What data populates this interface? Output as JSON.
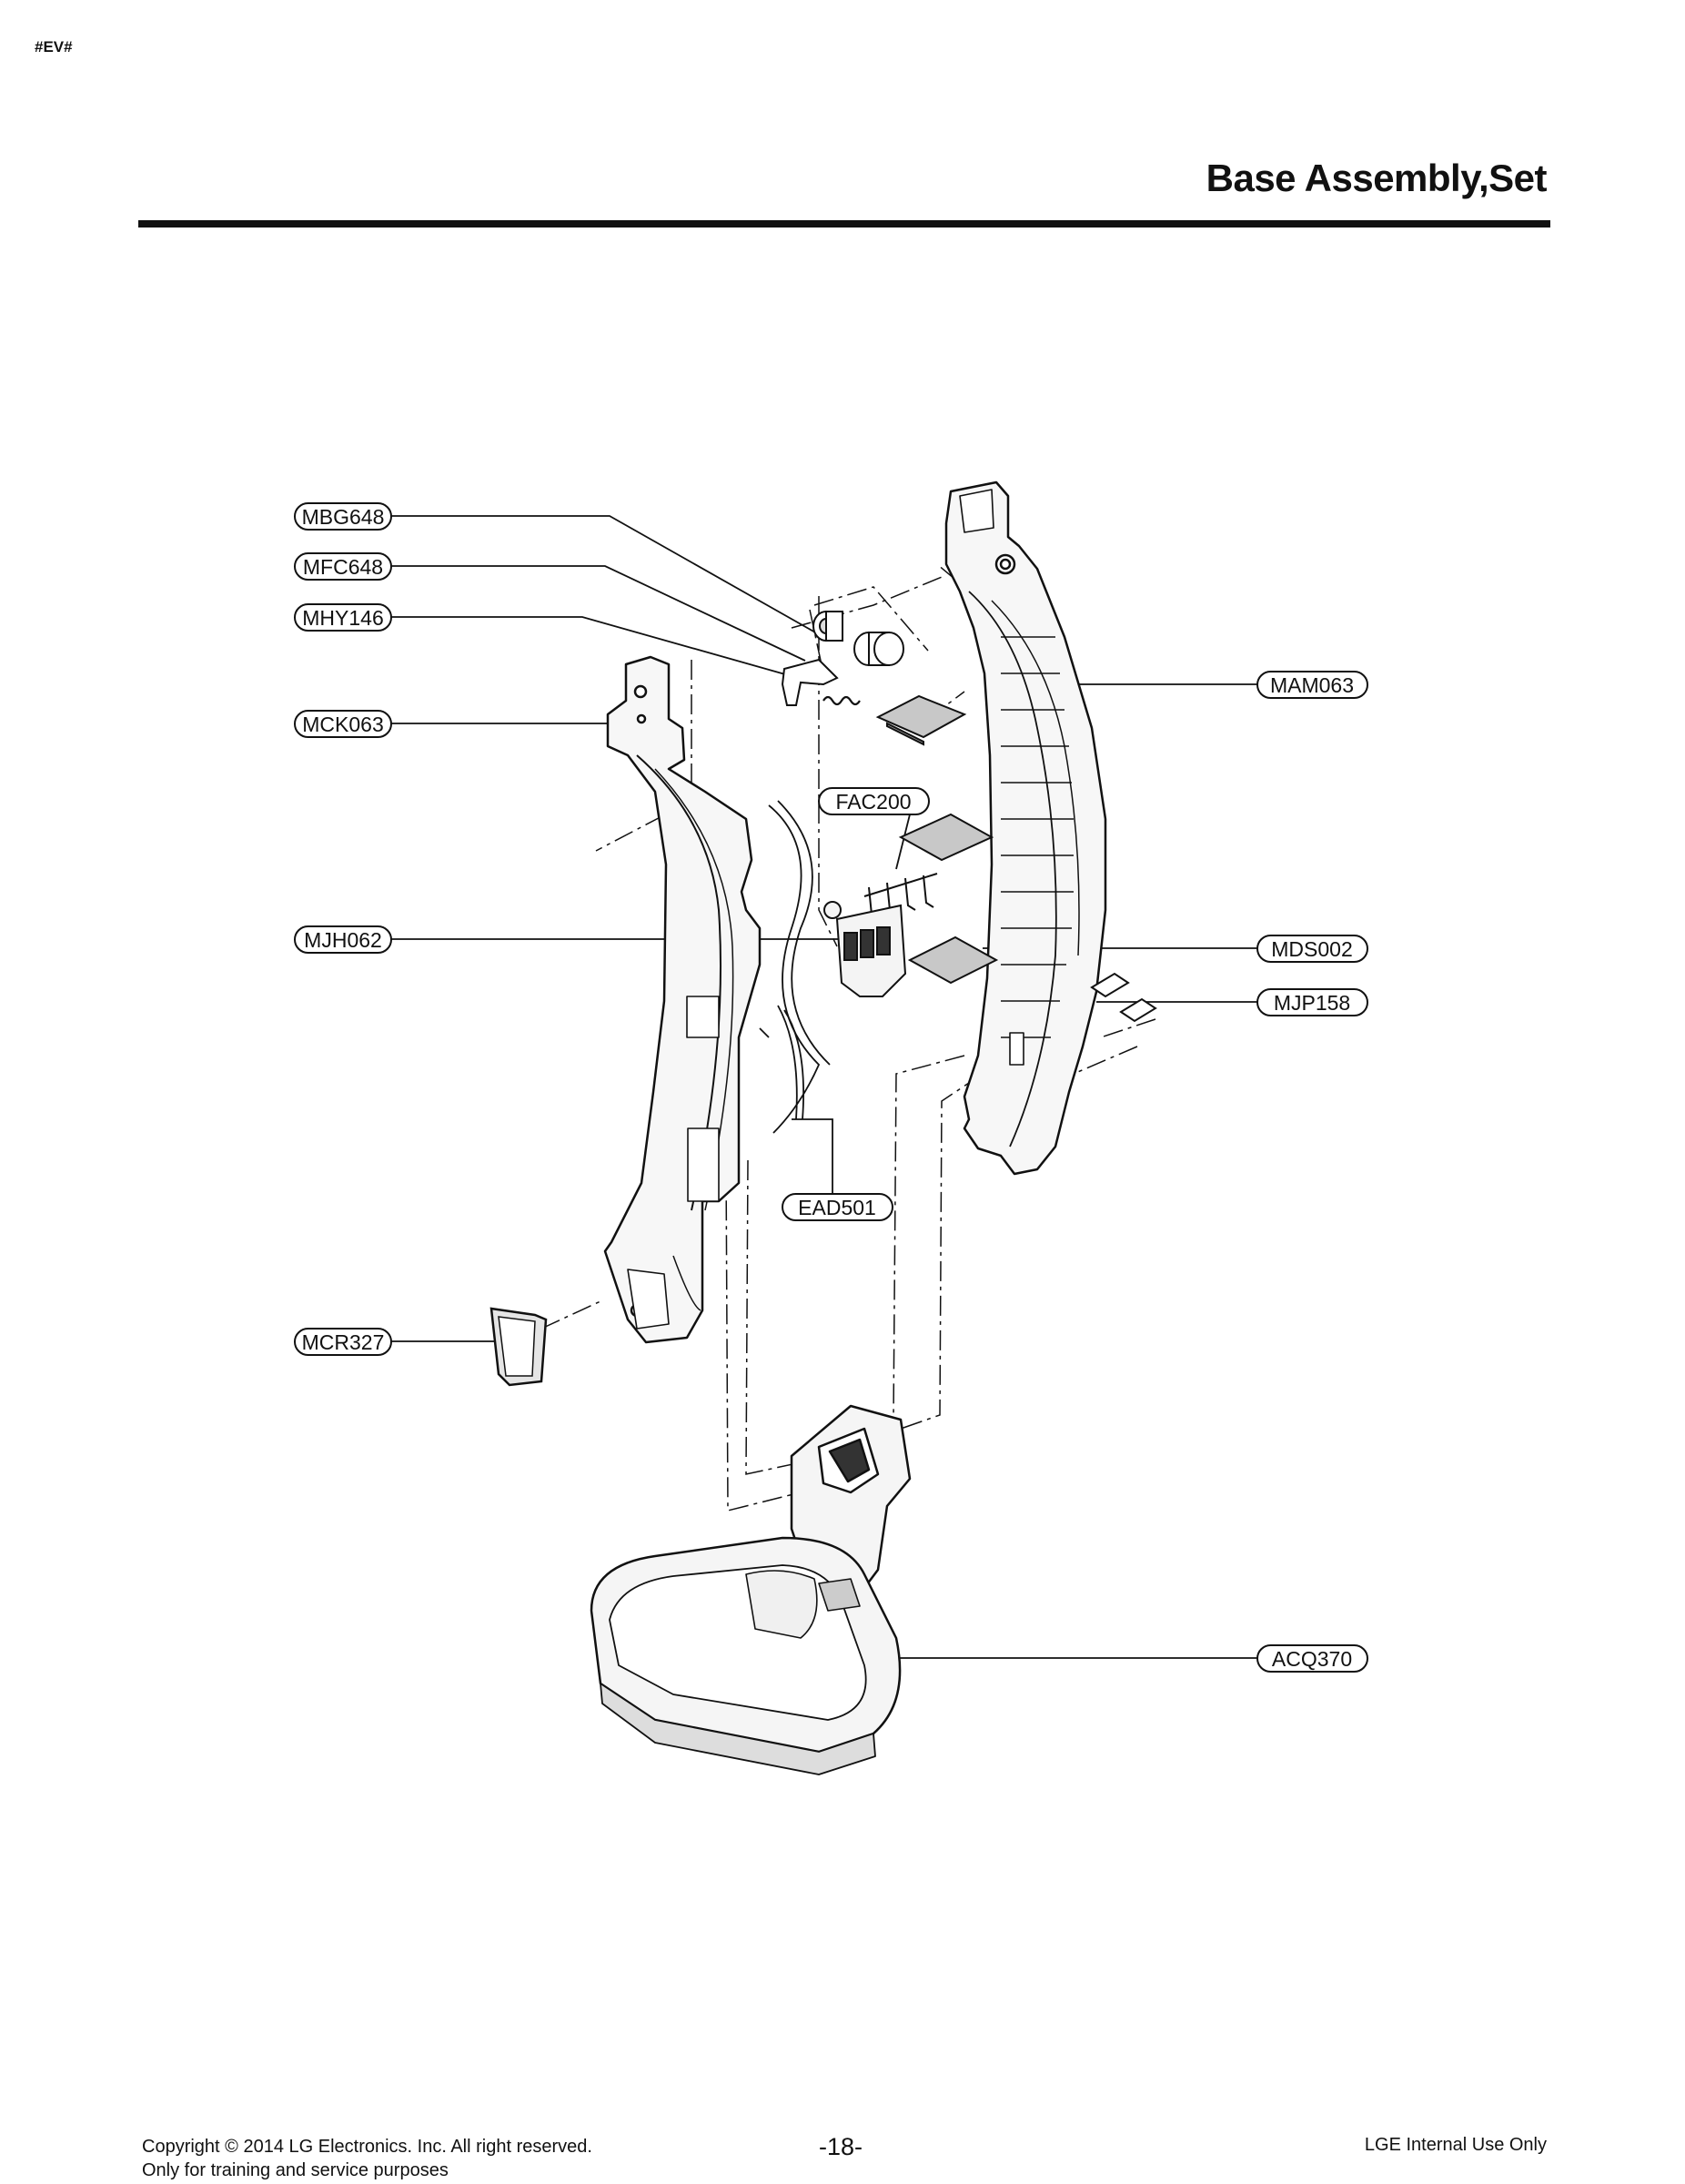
{
  "header": {
    "page_code": "#EV#",
    "title": "Base Assembly,Set"
  },
  "callouts": {
    "mbg648": "MBG648",
    "mfc648": "MFC648",
    "mhy146": "MHY146",
    "mck063": "MCK063",
    "mjh062": "MJH062",
    "mcr327": "MCR327",
    "mam063": "MAM063",
    "fac200": "FAC200",
    "mds002": "MDS002",
    "mjp158": "MJP158",
    "ead501": "EAD501",
    "acq370": "ACQ370"
  },
  "footer": {
    "copyright": "Copyright © 2014 LG Electronics. Inc. All right reserved.",
    "purpose": "Only for training and service purposes",
    "page_number": "-18-",
    "internal": "LGE Internal Use Only"
  }
}
